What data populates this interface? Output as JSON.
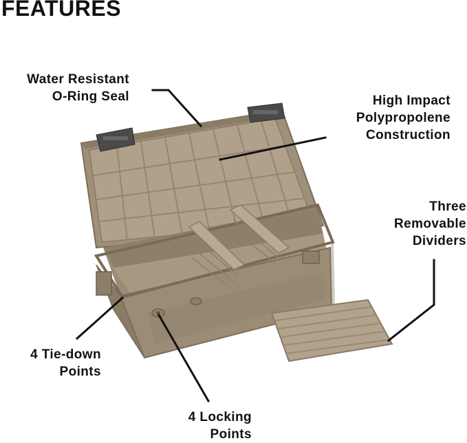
{
  "title": "FEATURES",
  "callouts": {
    "seal": {
      "line1": "Water Resistant",
      "line2": "O-Ring Seal"
    },
    "material": {
      "line1": "High Impact",
      "line2": "Polypropolene",
      "line3": "Construction"
    },
    "dividers": {
      "line1": "Three",
      "line2": "Removable",
      "line3": "Dividers"
    },
    "tiedown": {
      "line1": "4 Tie-down",
      "line2": "Points"
    },
    "locking": {
      "line1": "4 Locking",
      "line2": "Points"
    }
  },
  "colors": {
    "box_body": "#9c8c76",
    "box_dark": "#7d6e5b",
    "box_light": "#b3a48e",
    "latch": "#4a4a4a",
    "leader_line": "#111111"
  }
}
